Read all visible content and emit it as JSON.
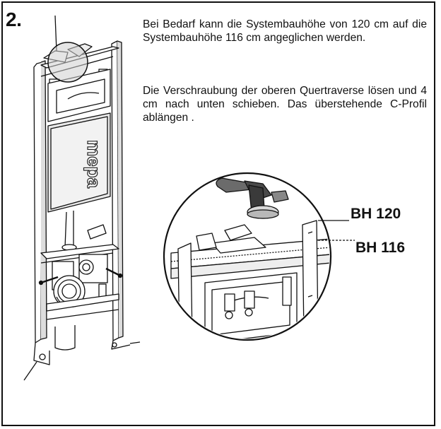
{
  "step": {
    "number": "2."
  },
  "instructions": [
    "Bei Bedarf kann die Systembauhöhe von 120 cm auf die Systembauhöhe 116 cm angeglichen werden.",
    "Die Verschraubung der oberen Quertra­verse lösen und 4 cm nach unten schie­ben. Das überstehende C-Profil ablängen ."
  ],
  "panel": {
    "brand": "mepa"
  },
  "labels": {
    "bh120": "BH 120",
    "bh116": "BH 116"
  },
  "icons": [
    "angle-grinder-icon"
  ]
}
